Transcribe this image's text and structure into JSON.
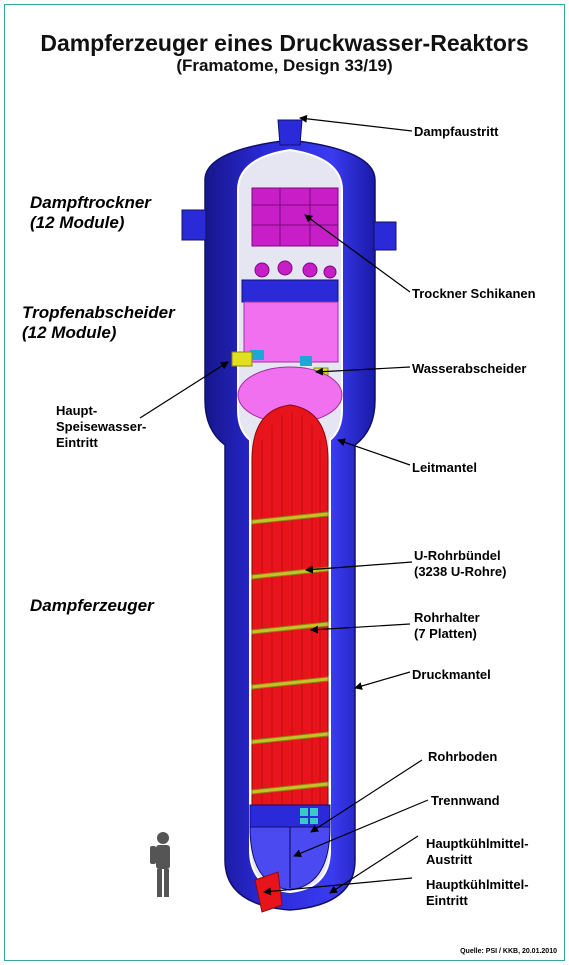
{
  "title": "Dampferzeuger eines Druckwasser-Reaktors",
  "subtitle": "(Framatome, Design 33/19)",
  "sections": {
    "dampftrockner": [
      "Dampftrockner",
      "(12 Module)"
    ],
    "tropfenabscheider": [
      "Tropfenabscheider",
      "(12 Module)"
    ],
    "dampferzeuger": "Dampferzeuger"
  },
  "labels": {
    "dampfaustritt": "Dampfaustritt",
    "trockner_schikanen": "Trockner Schikanen",
    "wasserabscheider": "Wasserabscheider",
    "haupt_speisewasser": [
      "Haupt-",
      "Speisewasser-",
      "Eintritt"
    ],
    "leitmantel": "Leitmantel",
    "u_rohrbuendel": [
      "U-Rohrbündel",
      "(3238 U-Rohre)"
    ],
    "rohrhalter": [
      "Rohrhalter",
      "(7 Platten)"
    ],
    "druckmantel": "Druckmantel",
    "rohrboden": "Rohrboden",
    "trennwand": "Trennwand",
    "hkm_austritt": [
      "Hauptkühlmittel-",
      "Austritt"
    ],
    "hkm_eintritt": [
      "Hauptkühlmittel-",
      "Eintritt"
    ]
  },
  "source": "Quelle: PSI / KKB, 20.01.2010",
  "colors": {
    "shell": "#2a2ad8",
    "shell_dark": "#16168c",
    "tube_bundle": "#e8141c",
    "dryer": "#d428d8",
    "separator": "#f070f0",
    "support_plates": "#c8c028",
    "frame": "#3aa6a0"
  }
}
